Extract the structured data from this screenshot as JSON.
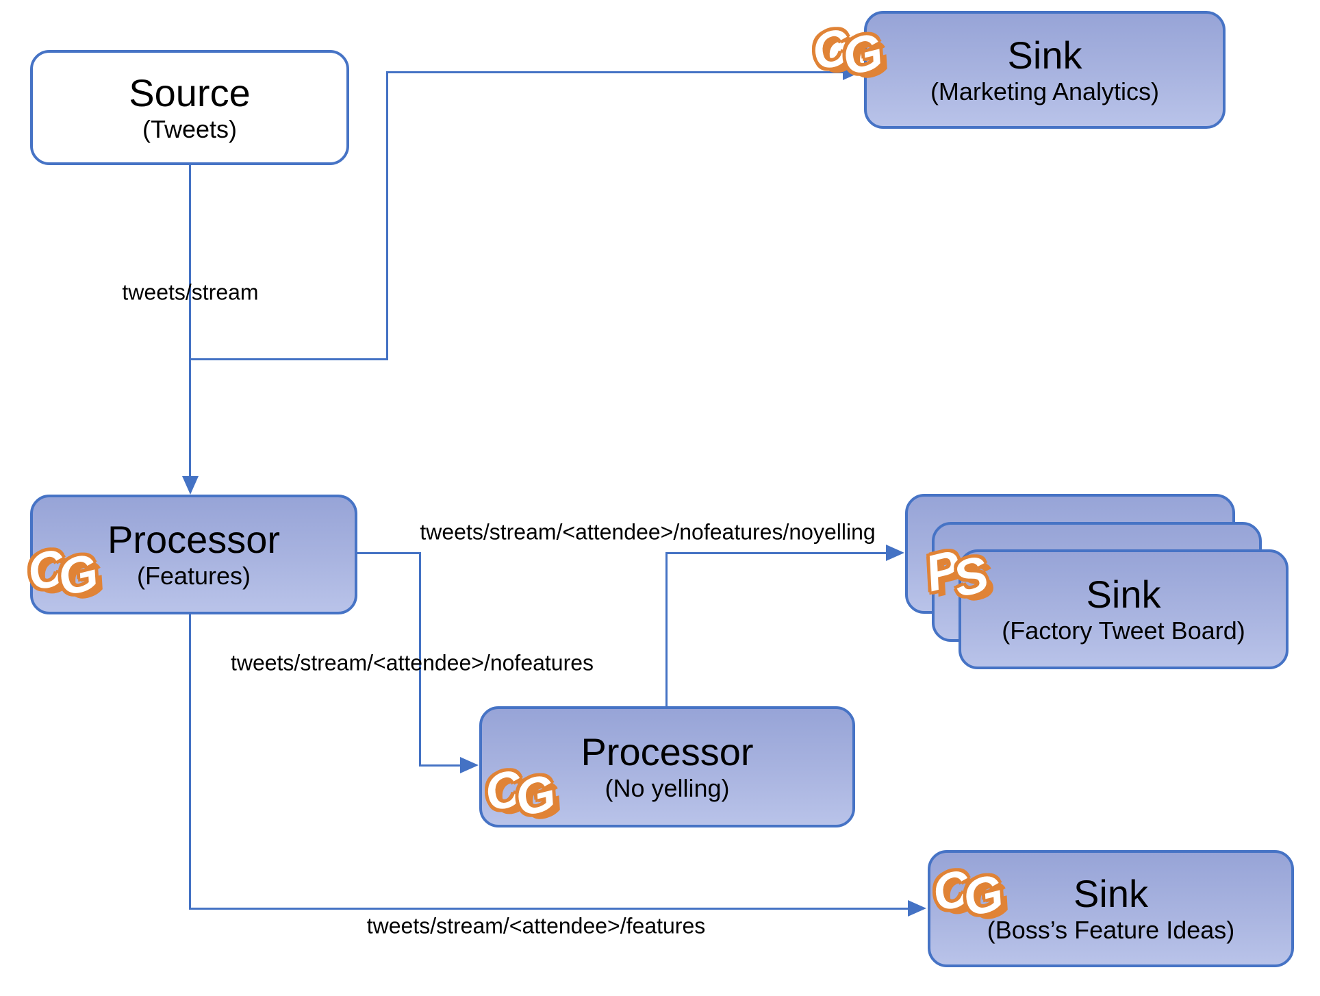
{
  "diagram": {
    "nodes": {
      "source": {
        "title": "Source",
        "subtitle": "(Tweets)"
      },
      "sink_marketing": {
        "title": "Sink",
        "subtitle": "(Marketing Analytics)",
        "logo": "CG"
      },
      "processor_features": {
        "title": "Processor",
        "subtitle": "(Features)",
        "logo": "CG"
      },
      "sink_factory": {
        "title": "Sink",
        "subtitle": "(Factory Tweet Board)",
        "logo": "PS"
      },
      "processor_noyelling": {
        "title": "Processor",
        "subtitle": "(No yelling)",
        "logo": "CG"
      },
      "sink_boss": {
        "title": "Sink",
        "subtitle": "(Boss’s Feature Ideas)",
        "logo": "CG"
      }
    },
    "edges": {
      "source_to_features": {
        "label": "tweets/stream"
      },
      "features_to_noyelling": {
        "label": "tweets/stream/<attendee>/nofeatures"
      },
      "noyelling_to_factory": {
        "label": "tweets/stream/<attendee>/nofeatures/noyelling"
      },
      "features_to_boss": {
        "label": "tweets/stream/<attendee>/features"
      }
    },
    "logos": {
      "cg": [
        "C",
        "G"
      ],
      "ps": [
        "P",
        "S"
      ]
    },
    "colors": {
      "connector_blue": "#4472c4",
      "box_border_blue": "#4673c5",
      "box_fill_light": "#b9c3e9",
      "box_fill_dark": "#97a4d7",
      "logo_orange": "#e08336",
      "text_black": "#000000"
    }
  }
}
